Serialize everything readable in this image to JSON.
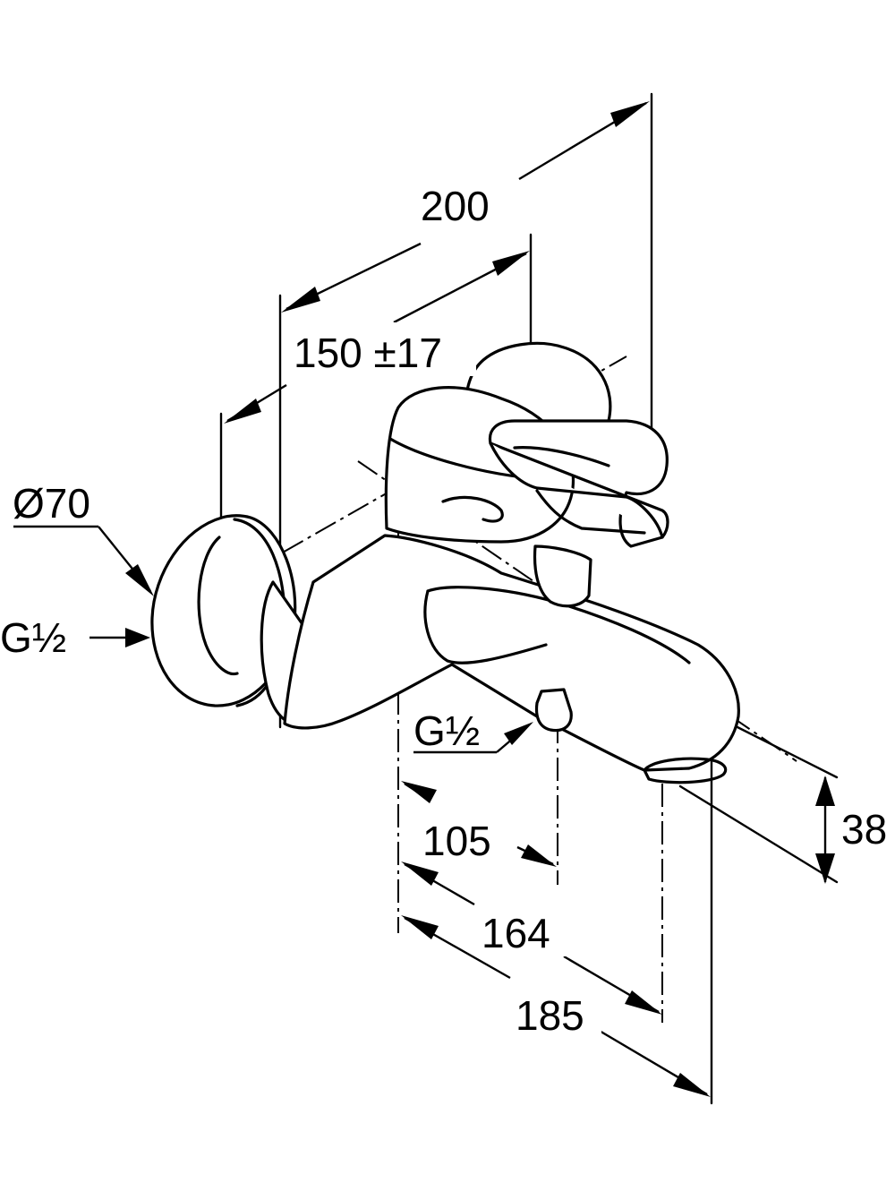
{
  "dimensions": {
    "total_depth": "200",
    "connection_distance": "150 ±17",
    "rosette_diameter": "Ø70",
    "wall_thread": "G½",
    "outlet_thread": "G½",
    "outlet_offset_1": "105",
    "outlet_offset_2": "164",
    "spout_reach": "185",
    "spout_height": "38"
  }
}
